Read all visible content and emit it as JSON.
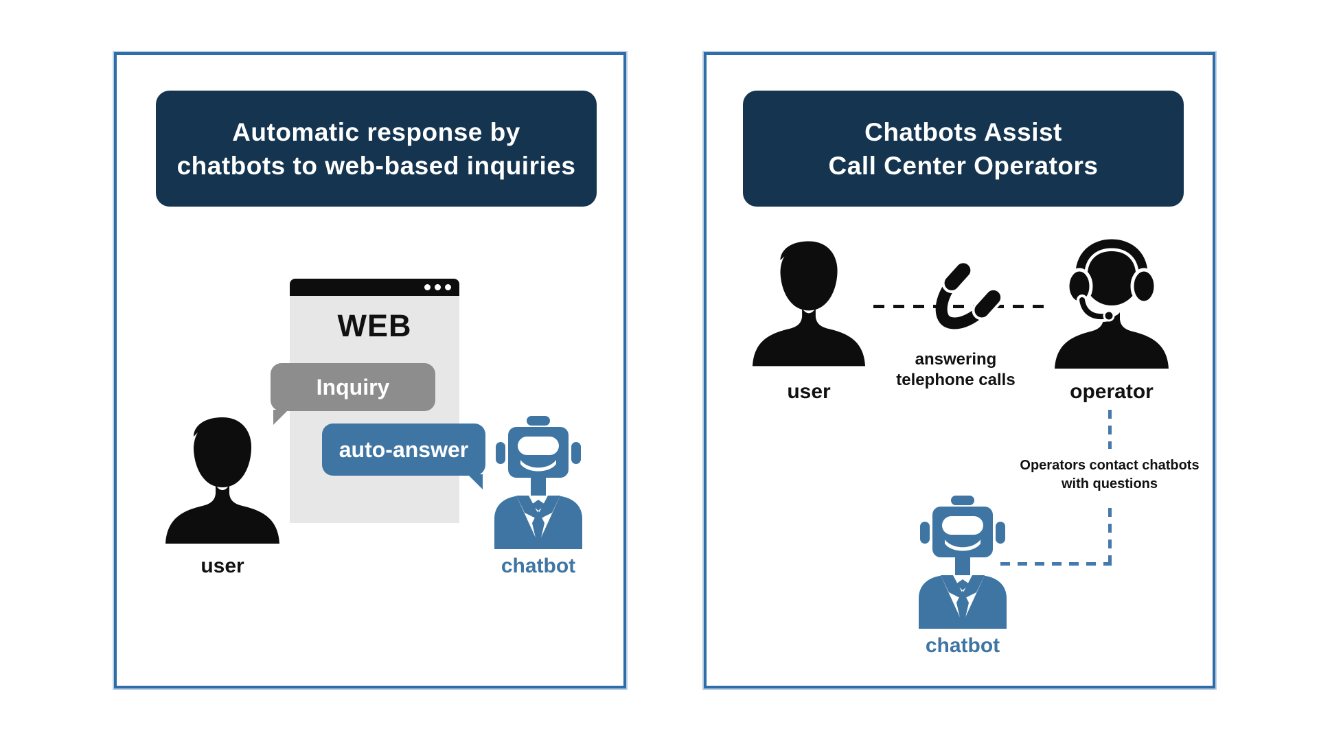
{
  "colors": {
    "navy": "#14344f",
    "steel": "#3f75a3",
    "steel-line": "#4579ab",
    "gray-bubble": "#8d8d8d",
    "browser-body": "#e7e7e7",
    "ink": "#111111",
    "panel-border": "#2e6da8",
    "panel-border-glow": "#bcd0e4"
  },
  "left_panel": {
    "title_line1": "Automatic response by",
    "title_line2": "chatbots to web-based inquiries",
    "web_label": "WEB",
    "inquiry_bubble": "Inquiry",
    "auto_answer_bubble": "auto-answer",
    "user_label": "user",
    "chatbot_label": "chatbot"
  },
  "right_panel": {
    "title_line1": "Chatbots Assist",
    "title_line2": "Call Center Operators",
    "user_label": "user",
    "operator_label": "operator",
    "chatbot_label": "chatbot",
    "phone_caption_line1": "answering",
    "phone_caption_line2": "telephone calls",
    "connector_caption_line1": "Operators contact chatbots",
    "connector_caption_line2": "with questions"
  }
}
